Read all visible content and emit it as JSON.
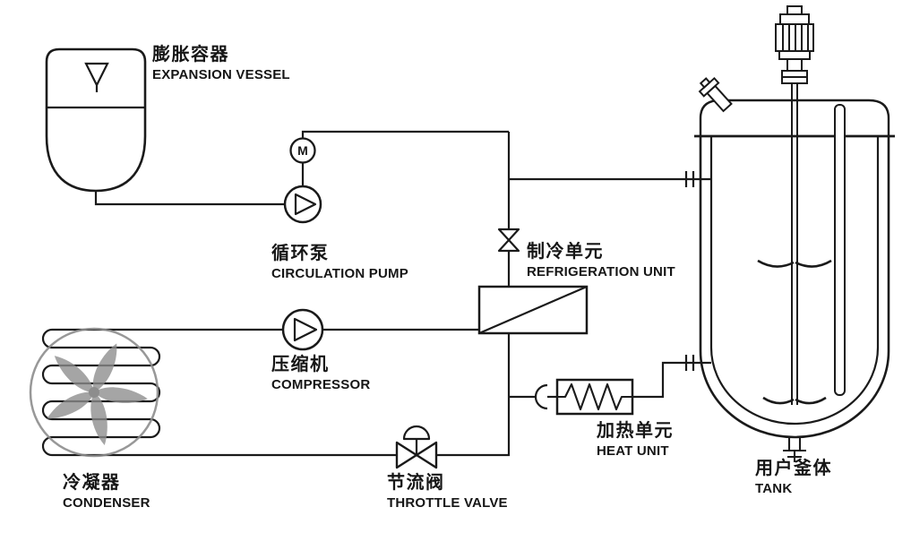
{
  "labels": {
    "expansion_vessel": {
      "zh": "膨胀容器",
      "en": "EXPANSION VESSEL"
    },
    "circulation_pump": {
      "zh": "循环泵",
      "en": "CIRCULATION PUMP"
    },
    "refrigeration_unit": {
      "zh": "制冷单元",
      "en": "REFRIGERATION UNIT"
    },
    "compressor": {
      "zh": "压缩机",
      "en": "COMPRESSOR"
    },
    "condenser": {
      "zh": "冷凝器",
      "en": "CONDENSER"
    },
    "throttle_valve": {
      "zh": "节流阀",
      "en": "THROTTLE VALVE"
    },
    "heat_unit": {
      "zh": "加热单元",
      "en": "HEAT UNIT"
    },
    "tank": {
      "zh": "用户釜体",
      "en": "TANK"
    },
    "motor": "M"
  },
  "colors": {
    "line": "#1a1a1a",
    "fan_gray": "#8d8d8d",
    "background": "#ffffff",
    "text": "#161616"
  }
}
